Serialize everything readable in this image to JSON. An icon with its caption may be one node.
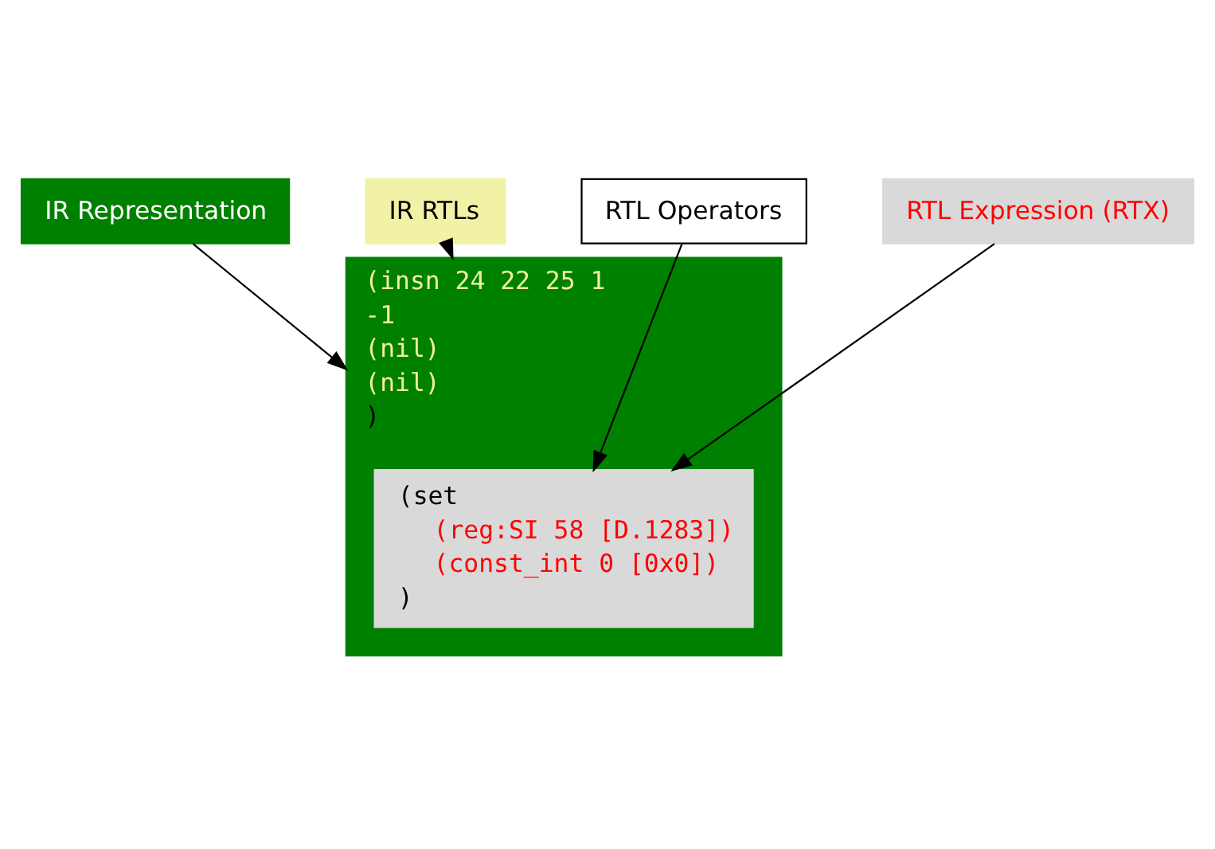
{
  "diagram": {
    "nodes": [
      {
        "text": [
          "IR Representation"
        ]
      },
      {
        "text": [
          "IR RTLs"
        ]
      },
      {
        "text": [
          "(insn 24 22 25 1",
          "-1",
          "(nil)",
          "(nil)",
          ")"
        ]
      },
      {
        "text": [
          "(set",
          "(reg:SI 58 [D.1283])",
          "(const_int 0 [0x0])",
          ")"
        ],
        "in": 2
      },
      {
        "text": [
          "RTL Operators"
        ]
      },
      {
        "text": [
          "RTL Expression (RTX)"
        ]
      }
    ],
    "edges": [
      {
        "from": 0,
        "to": 2,
        "arrow": "to"
      },
      {
        "from": 1,
        "to": 2,
        "arrow": "to"
      },
      {
        "from": 4,
        "to": 3,
        "arrow": "to"
      },
      {
        "from": 5,
        "to": 3,
        "arrow": "to"
      }
    ]
  }
}
